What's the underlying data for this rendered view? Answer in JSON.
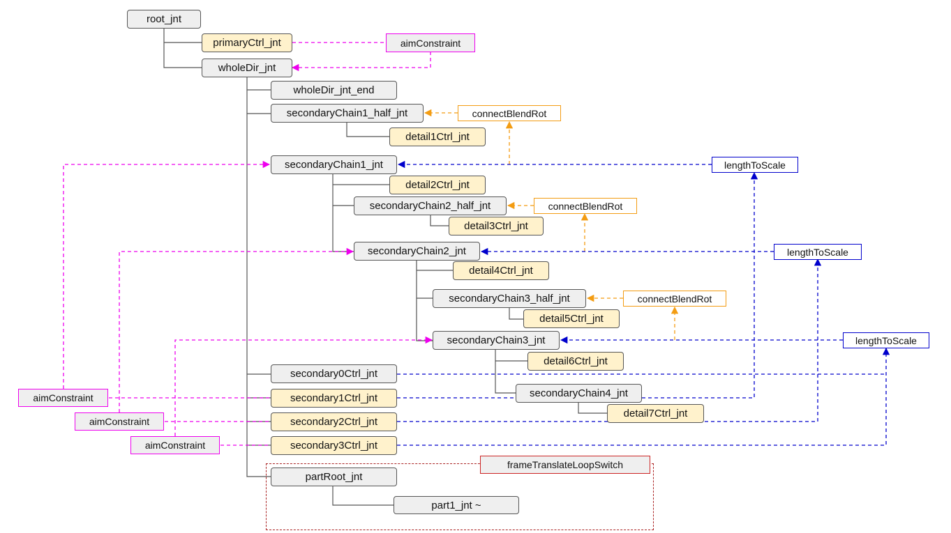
{
  "colors": {
    "hierarchy_line": "#555555",
    "aim_constraint": "#ee00ee",
    "connect_blend_rot": "#f39c12",
    "length_to_scale": "#0000cc",
    "loop_switch": "#cc2222",
    "joint_fill": "#efefef",
    "ctrl_fill": "#fff2cc"
  },
  "nodes": {
    "root_jnt": "root_jnt",
    "primaryCtrl_jnt": "primaryCtrl_jnt",
    "aim_top": "aimConstraint",
    "wholeDir_jnt": "wholeDir_jnt",
    "wholeDir_jnt_end": "wholeDir_jnt_end",
    "secondaryChain1_half_jnt": "secondaryChain1_half_jnt",
    "blend1": "connectBlendRot",
    "detail1Ctrl_jnt": "detail1Ctrl_jnt",
    "secondaryChain1_jnt": "secondaryChain1_jnt",
    "scale1": "lengthToScale",
    "detail2Ctrl_jnt": "detail2Ctrl_jnt",
    "secondaryChain2_half_jnt": "secondaryChain2_half_jnt",
    "blend2": "connectBlendRot",
    "detail3Ctrl_jnt": "detail3Ctrl_jnt",
    "secondaryChain2_jnt": "secondaryChain2_jnt",
    "scale2": "lengthToScale",
    "detail4Ctrl_jnt": "detail4Ctrl_jnt",
    "secondaryChain3_half_jnt": "secondaryChain3_half_jnt",
    "blend3": "connectBlendRot",
    "detail5Ctrl_jnt": "detail5Ctrl_jnt",
    "secondaryChain3_jnt": "secondaryChain3_jnt",
    "scale3": "lengthToScale",
    "detail6Ctrl_jnt": "detail6Ctrl_jnt",
    "secondary0Ctrl_jnt": "secondary0Ctrl_jnt",
    "secondaryChain4_jnt": "secondaryChain4_jnt",
    "aim1": "aimConstraint",
    "secondary1Ctrl_jnt": "secondary1Ctrl_jnt",
    "detail7Ctrl_jnt": "detail7Ctrl_jnt",
    "aim2": "aimConstraint",
    "secondary2Ctrl_jnt": "secondary2Ctrl_jnt",
    "aim3": "aimConstraint",
    "secondary3Ctrl_jnt": "secondary3Ctrl_jnt",
    "frameTranslateLoopSwitch": "frameTranslateLoopSwitch",
    "partRoot_jnt": "partRoot_jnt",
    "part1_jnt": "part1_jnt ~"
  }
}
